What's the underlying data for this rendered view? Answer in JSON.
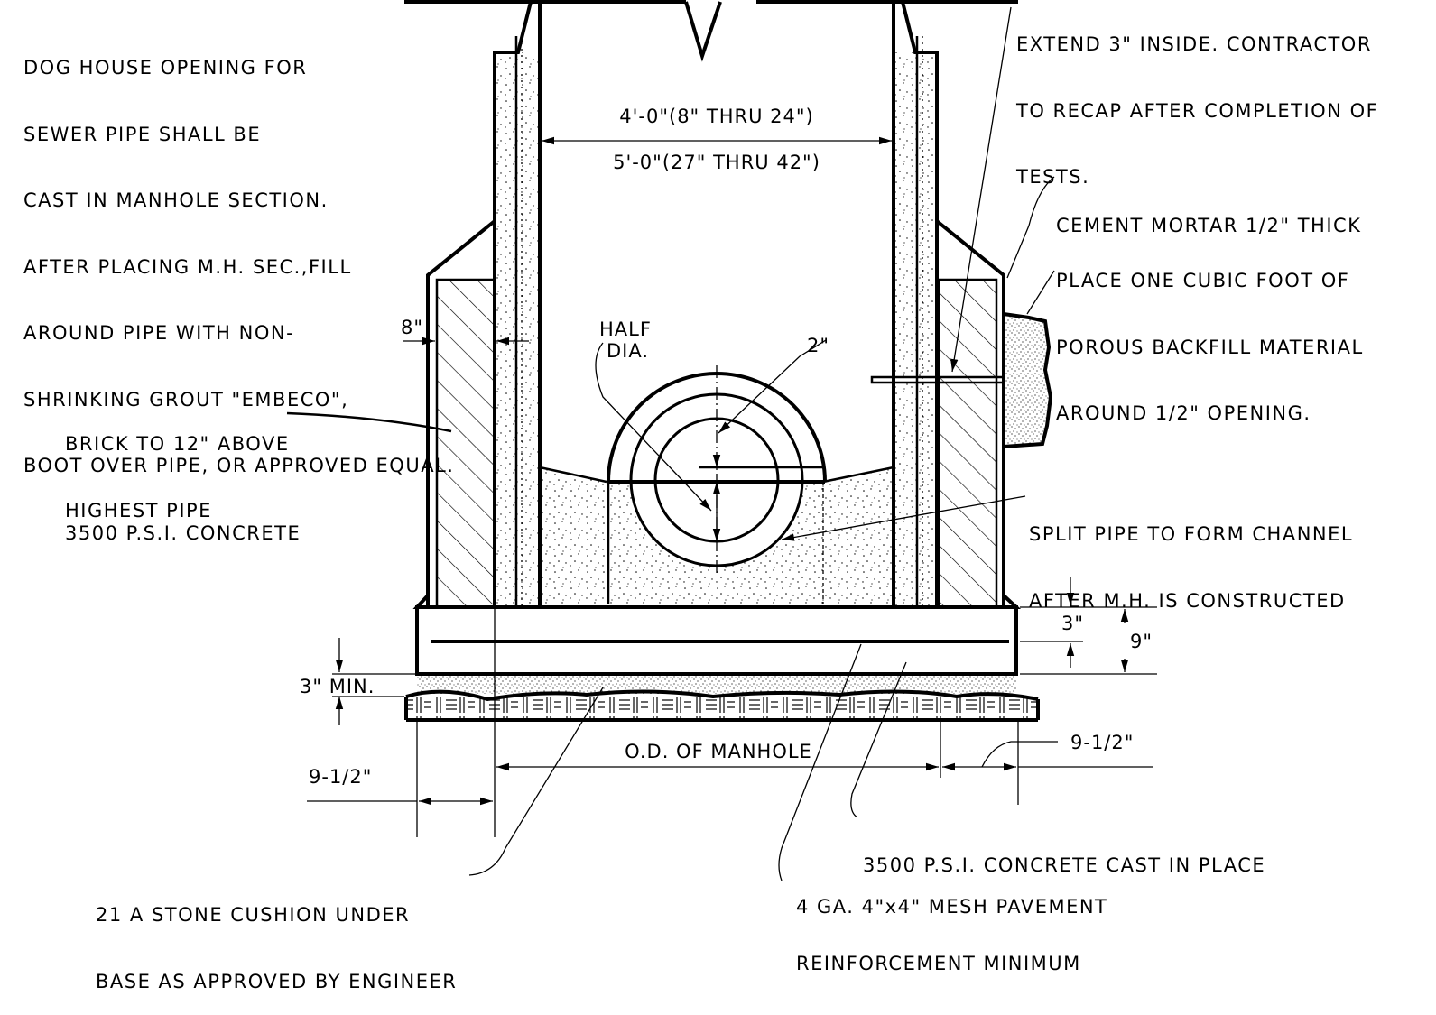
{
  "notes": {
    "dog_house": [
      "DOG HOUSE OPENING FOR",
      "SEWER PIPE SHALL BE",
      "CAST IN MANHOLE SECTION.",
      "AFTER PLACING M.H. SEC.,FILL",
      "AROUND PIPE WITH NON-",
      "SHRINKING GROUT \"EMBECO\",",
      "BOOT OVER PIPE, OR APPROVED EQUAL."
    ],
    "extend": [
      "EXTEND 3\" INSIDE. CONTRACTOR",
      "TO RECAP AFTER COMPLETION OF",
      "TESTS."
    ],
    "cement_mortar": "CEMENT MORTAR 1/2\" THICK",
    "porous_backfill": [
      "PLACE ONE CUBIC FOOT OF",
      "POROUS BACKFILL MATERIAL",
      "AROUND 1/2\" OPENING."
    ],
    "brick": [
      "BRICK TO 12\" ABOVE",
      "HIGHEST PIPE"
    ],
    "concrete_3500": "3500 P.S.I. CONCRETE",
    "split_pipe": [
      "SPLIT PIPE TO FORM CHANNEL",
      "AFTER M.H. IS CONSTRUCTED"
    ],
    "half_dia": [
      "HALF",
      "DIA."
    ],
    "cast_in_place": "3500 P.S.I. CONCRETE CAST IN PLACE",
    "stone_cushion": [
      "21 A STONE CUSHION UNDER",
      "BASE AS APPROVED BY ENGINEER"
    ],
    "mesh": [
      "4 GA. 4\"x4\" MESH PAVEMENT",
      "REINFORCEMENT MINIMUM"
    ]
  },
  "dimensions": {
    "inside_small": "4'-0\"(8\" THRU 24\")",
    "inside_large": "5'-0\"(27\" THRU 42\")",
    "brick_thickness": "8\"",
    "pipe_gap": "2\"",
    "mesh_cover": "3\"",
    "base_thickness": "9\"",
    "stone_min": "3\" MIN.",
    "od_manhole": "O.D. OF MANHOLE",
    "overhang_right": "9-1/2\"",
    "overhang_left": "9-1/2\""
  }
}
